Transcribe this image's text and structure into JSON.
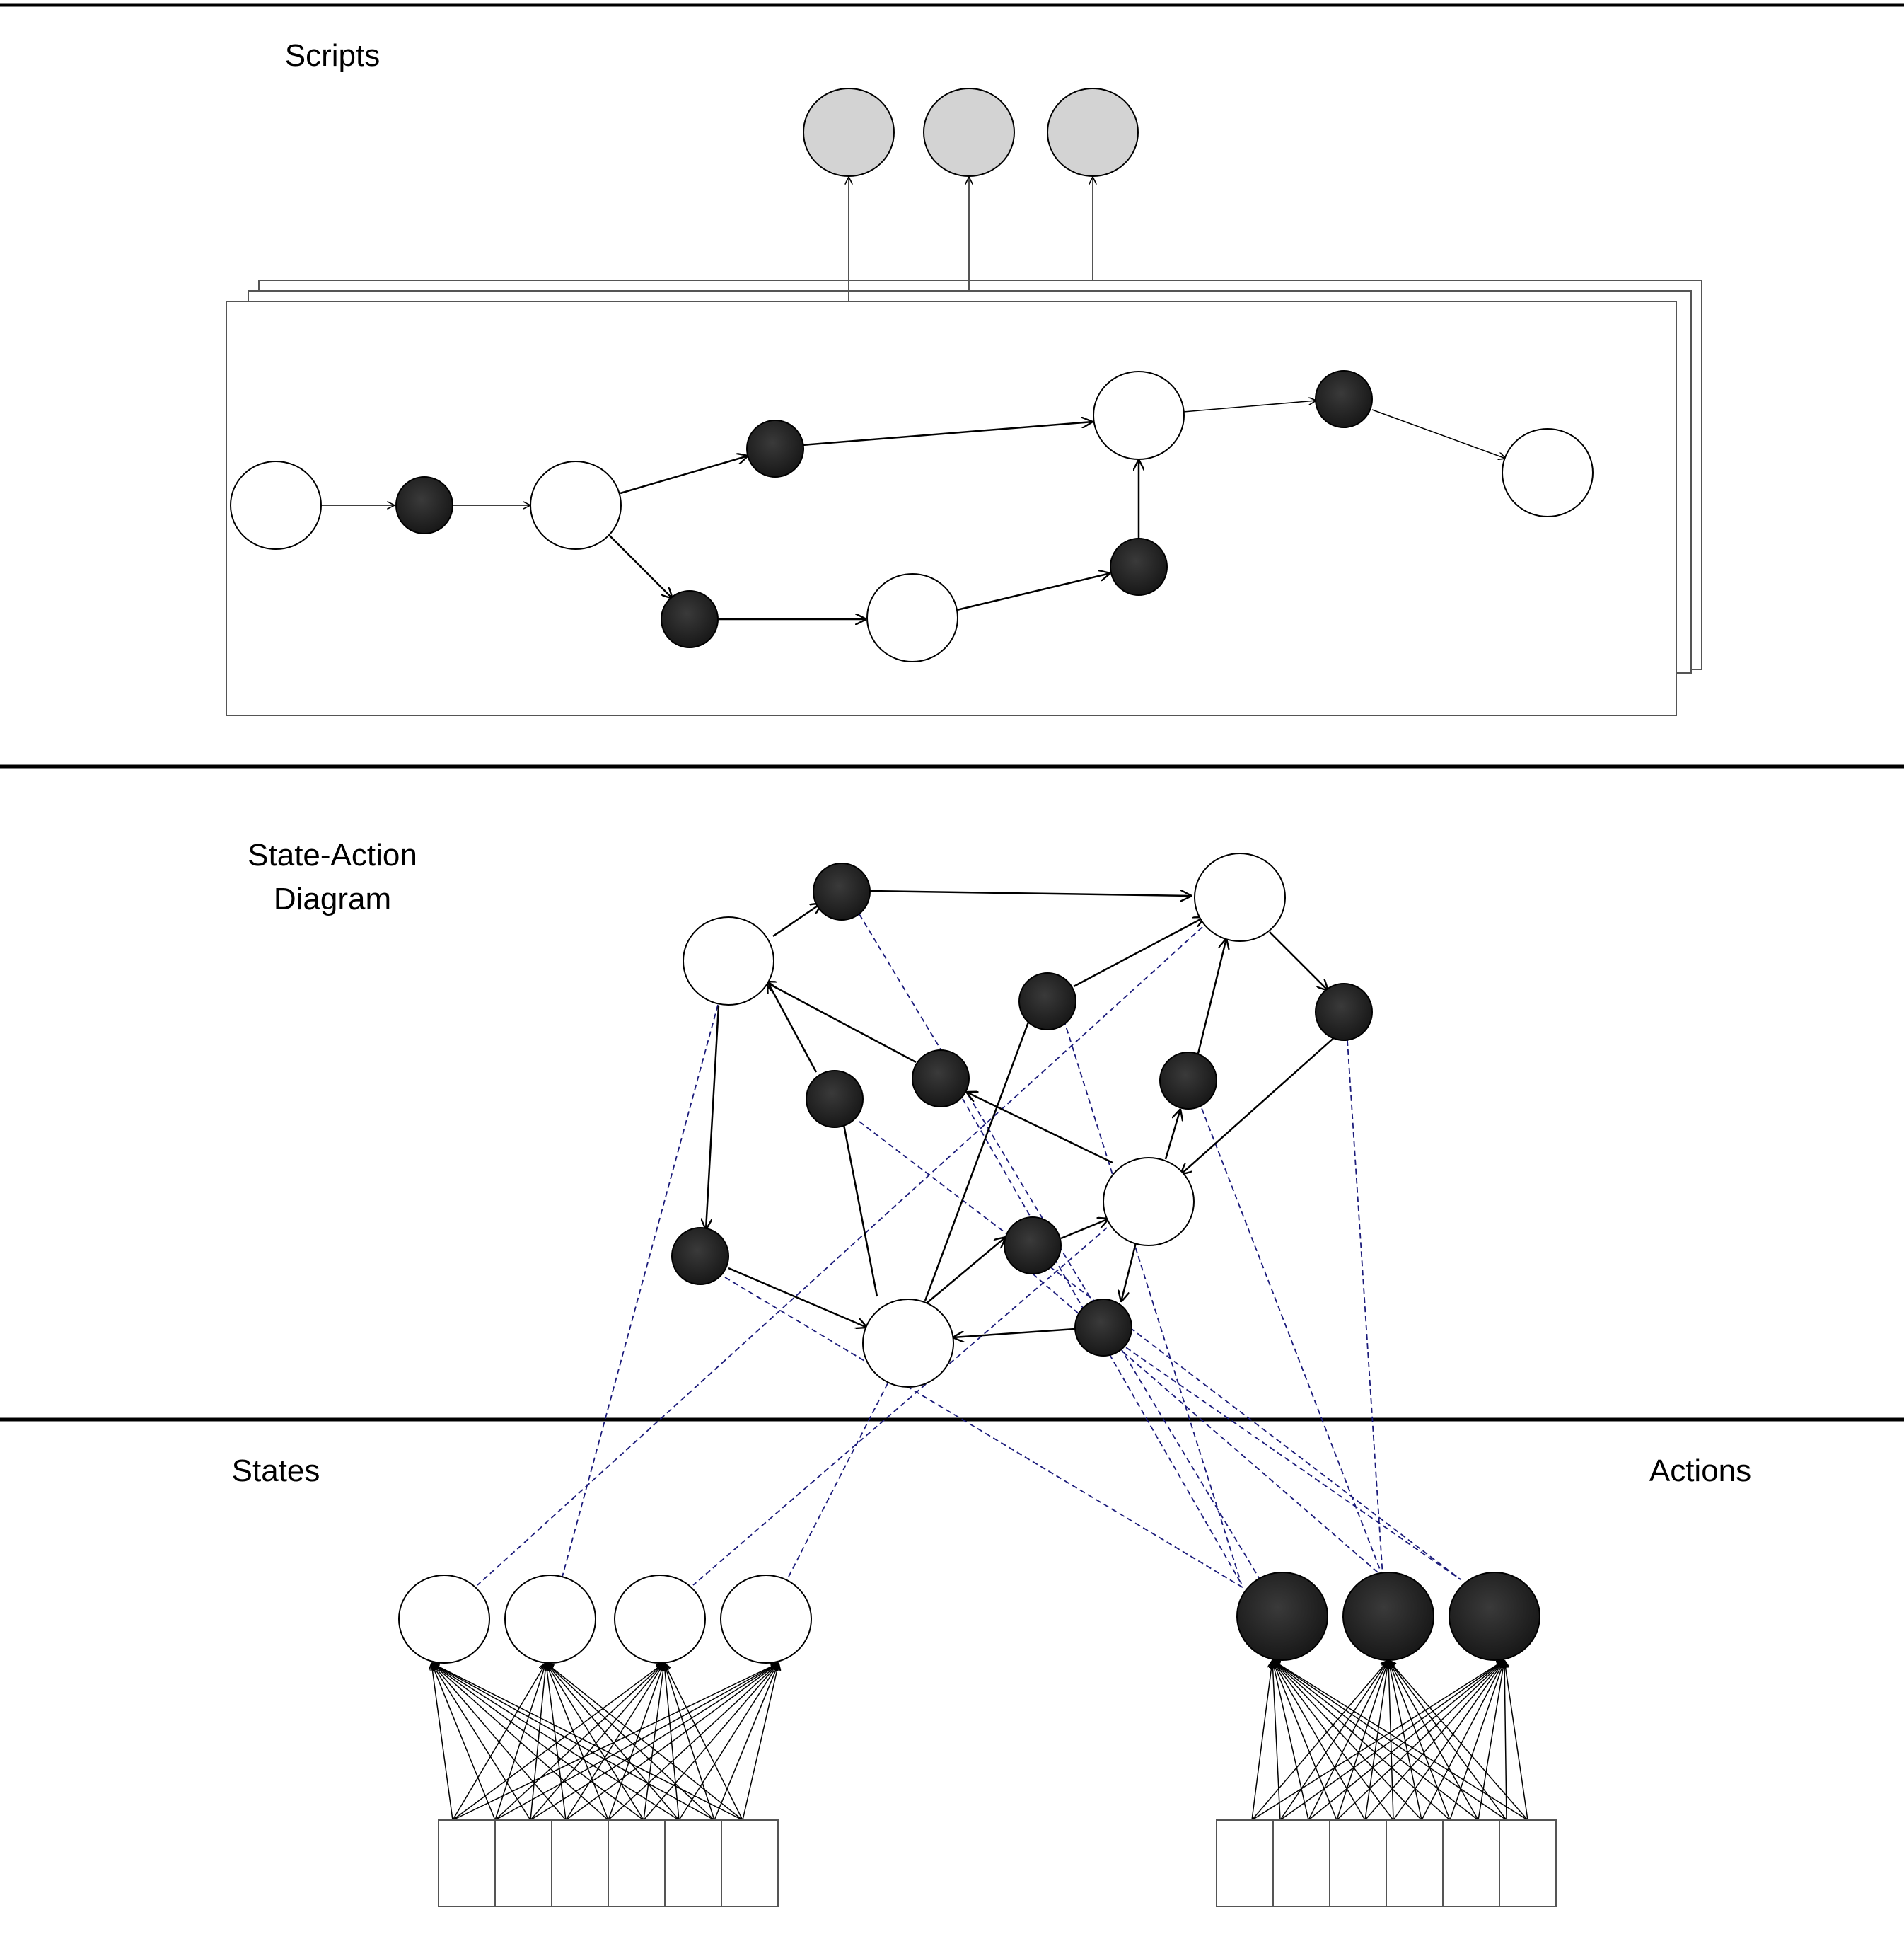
{
  "labels": {
    "scripts": "Scripts",
    "state_action_line1": "State-Action",
    "state_action_line2": "Diagram",
    "states": "States",
    "actions": "Actions"
  },
  "colors": {
    "state_node": "#ffffff",
    "action_node": "#222222",
    "output_node": "#d3d3d3",
    "edge": "#000000",
    "mapping_edge": "#1a1a7a",
    "divider": "#000000"
  },
  "node_types": [
    "state",
    "action",
    "output"
  ]
}
